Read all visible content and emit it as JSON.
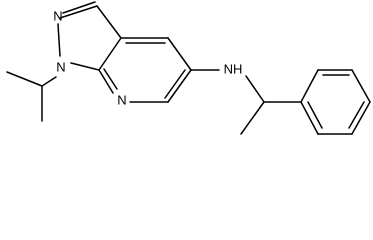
{
  "molecule": {
    "atoms": {
      "n_pyrazole_top": "N",
      "n_pyrazole_sub": "N",
      "n_pyridine": "N",
      "n_amine": "NH"
    }
  }
}
